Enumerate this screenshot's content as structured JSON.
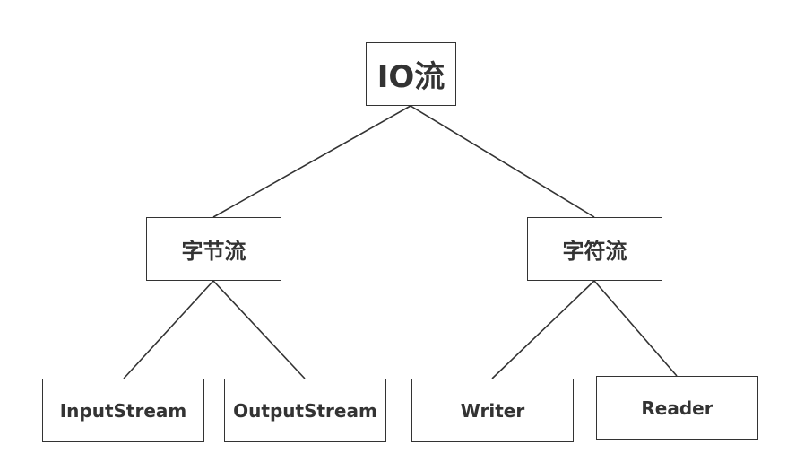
{
  "diagram": {
    "root": {
      "label": "IO流"
    },
    "byte_stream": {
      "label": "字节流",
      "children": [
        {
          "label": "InputStream"
        },
        {
          "label": "OutputStream"
        }
      ]
    },
    "char_stream": {
      "label": "字符流",
      "children": [
        {
          "label": "Writer"
        },
        {
          "label": "Reader"
        }
      ]
    }
  },
  "colors": {
    "line": "#333333",
    "border": "#333333",
    "text": "#333333",
    "background": "#ffffff"
  }
}
